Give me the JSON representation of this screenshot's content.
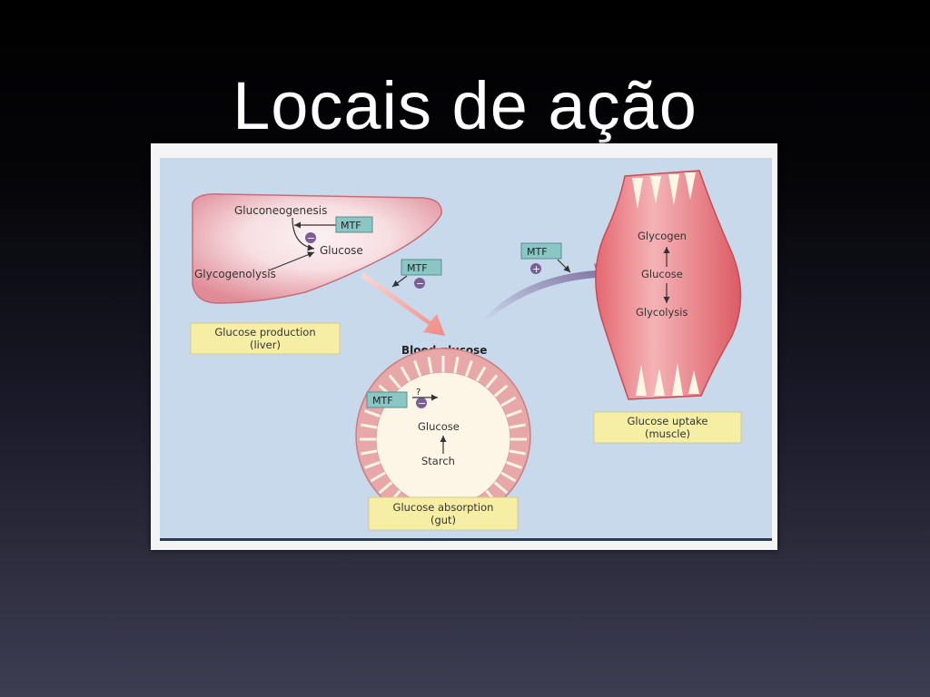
{
  "slide": {
    "title": "Locais de ação"
  },
  "diagram": {
    "liver": {
      "gluconeogenesis": "Gluconeogenesis",
      "glucose": "Glucose",
      "glycogenolysis": "Glycogenolysis",
      "caption_line1": "Glucose production",
      "caption_line2": "(liver)"
    },
    "drug_label": "MTF",
    "inhibit_sign": "−",
    "stimulate_sign": "+",
    "unknown_sign": "?",
    "blood_glucose": "Blood glucose",
    "muscle": {
      "glycogen": "Glycogen",
      "glucose": "Glucose",
      "glycolysis": "Glycolysis",
      "caption_line1": "Glucose uptake",
      "caption_line2": "(muscle)"
    },
    "gut": {
      "glucose": "Glucose",
      "starch": "Starch",
      "caption_line1": "Glucose absorption",
      "caption_line2": "(gut)"
    },
    "colors": {
      "background": "#c9d9ec",
      "liver_fill": "#e9a7b0",
      "muscle_fill": "#e3636b",
      "mtf_box": "#8ac6c4",
      "caption_box": "#f6eea4",
      "arrow_pink": "#f39a93",
      "arrow_purple": "#8a7aa8"
    }
  }
}
